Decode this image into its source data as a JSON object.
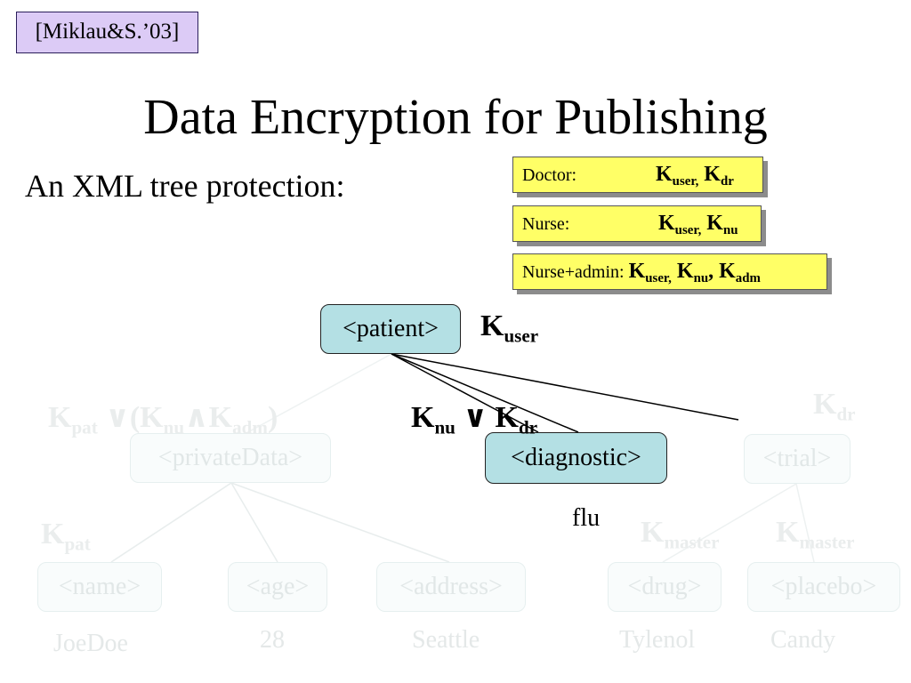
{
  "citation": "[Miklau&S.’03]",
  "title": "Data Encryption for Publishing",
  "subtitle": "An XML tree protection:",
  "key_boxes": [
    {
      "role": "Doctor:",
      "keys": [
        {
          "base": "K",
          "sub": "user,"
        },
        {
          "base": "K",
          "sub": "dr"
        }
      ]
    },
    {
      "role": "Nurse:",
      "keys": [
        {
          "base": "K",
          "sub": "user,"
        },
        {
          "base": "K",
          "sub": "nu"
        }
      ]
    },
    {
      "role": "Nurse+admin:",
      "keys": [
        {
          "base": "K",
          "sub": "user,"
        },
        {
          "base": "K",
          "sub": "nu"
        },
        {
          "sep": ", "
        },
        {
          "base": "K",
          "sub": "adm"
        }
      ]
    }
  ],
  "colors": {
    "node_fill": "#b4e0e4",
    "keybox_fill": "#ffff66",
    "citation_fill": "#dccbf6",
    "faded": "#e4e8e8"
  },
  "tree": {
    "patient": {
      "label": "<patient>",
      "key": {
        "base": "K",
        "sub": "user"
      }
    },
    "privateData": {
      "label": "<privateData>",
      "key_parts": [
        {
          "base": "K",
          "sub": "pat"
        },
        {
          "sep": " ∨(K"
        },
        {
          "sub": "nu"
        },
        {
          "sep": "∧K"
        },
        {
          "sub": "adm"
        },
        {
          "sep": ")"
        }
      ]
    },
    "diagnostic": {
      "label": "<diagnostic>",
      "key_parts": [
        {
          "base": "K",
          "sub": "nu"
        },
        {
          "sep": " ∨ K"
        },
        {
          "sub": "dr"
        }
      ],
      "value": "flu"
    },
    "trial": {
      "label": "<trial>",
      "key": {
        "base": "K",
        "sub": "dr"
      }
    },
    "name": {
      "label": "<name>",
      "key": {
        "base": "K",
        "sub": "pat"
      },
      "value": "JoeDoe"
    },
    "age": {
      "label": "<age>",
      "value": "28"
    },
    "address": {
      "label": "<address>",
      "value": "Seattle"
    },
    "drug": {
      "label": "<drug>",
      "key": {
        "base": "K",
        "sub": "master"
      },
      "value": "Tylenol"
    },
    "placebo": {
      "label": "<placebo>",
      "key": {
        "base": "K",
        "sub": "master"
      },
      "value": "Candy"
    }
  }
}
